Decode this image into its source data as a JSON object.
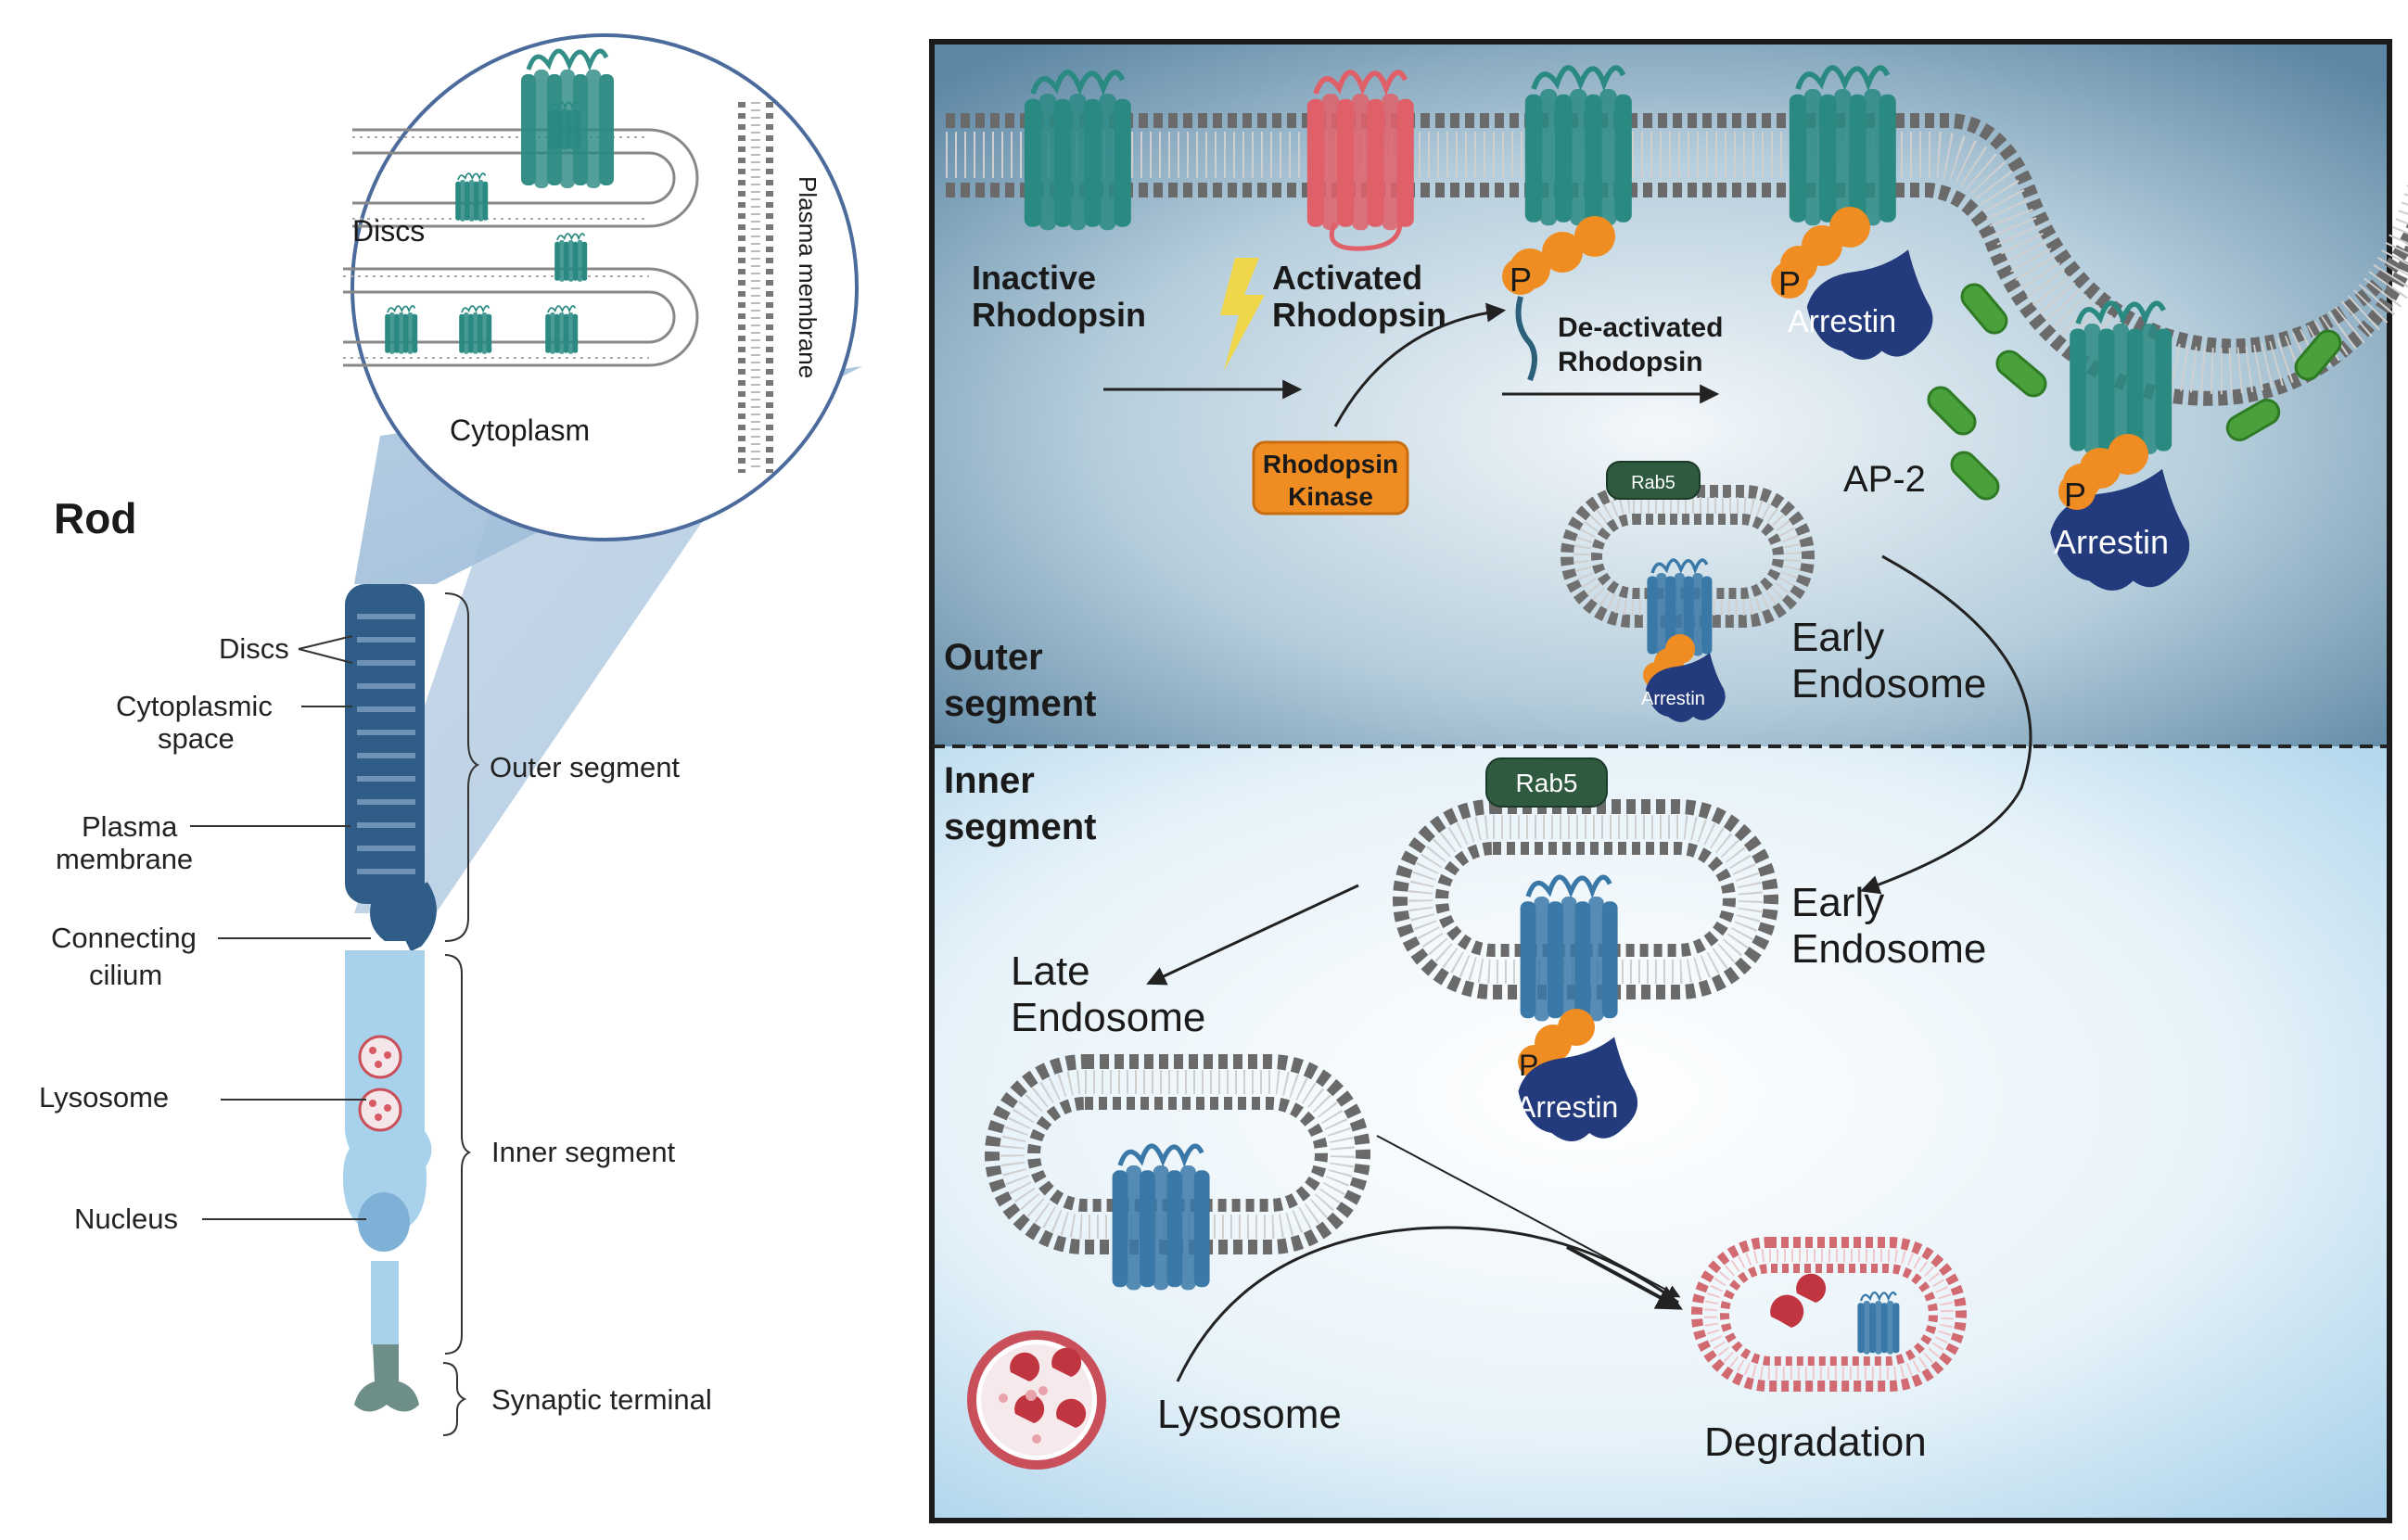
{
  "left_panel": {
    "title": "Rod",
    "zoom": {
      "discs": "Discs",
      "cytoplasm": "Cytoplasm",
      "plasma_membrane": "Plasma membrane"
    },
    "labels": {
      "discs": "Discs",
      "cyto_space_1": "Cytoplasmic",
      "cyto_space_2": "space",
      "plasma_1": "Plasma",
      "plasma_2": "membrane",
      "cilium_1": "Connecting",
      "cilium_2": "cilium",
      "lysosome": "Lysosome",
      "nucleus": "Nucleus"
    },
    "brackets": {
      "outer": "Outer segment",
      "inner": "Inner segment",
      "synaptic": "Synaptic terminal"
    }
  },
  "right_panel": {
    "outer_1": "Outer",
    "outer_2": "segment",
    "inner_1": "Inner",
    "inner_2": "segment",
    "inactive_1": "Inactive",
    "inactive_2": "Rhodopsin",
    "activated_1": "Activated",
    "activated_2": "Rhodopsin",
    "deactivated_1": "De-activated",
    "deactivated_2": "Rhodopsin",
    "kinase_1": "Rhodopsin",
    "kinase_2": "Kinase",
    "arrestin": "Arrestin",
    "p": "P",
    "ap2": "AP-2",
    "rab5": "Rab5",
    "early_1": "Early",
    "early_2": "Endosome",
    "late_1": "Late",
    "late_2": "Endosome",
    "lysosome": "Lysosome",
    "degradation": "Degradation"
  },
  "colors": {
    "rhodopsin": "#2a8a82",
    "activated": "#e0606a",
    "phosphate": "#ef8c22",
    "arrestin": "#233b7c",
    "ap2": "#4aa03a",
    "kinase": "#ef8c22",
    "rab5": "#2f5a40",
    "receptor_endosome": "#3a78a8",
    "outer_bg": "#9bb9cb",
    "inner_bg": "#d8ebf5"
  }
}
